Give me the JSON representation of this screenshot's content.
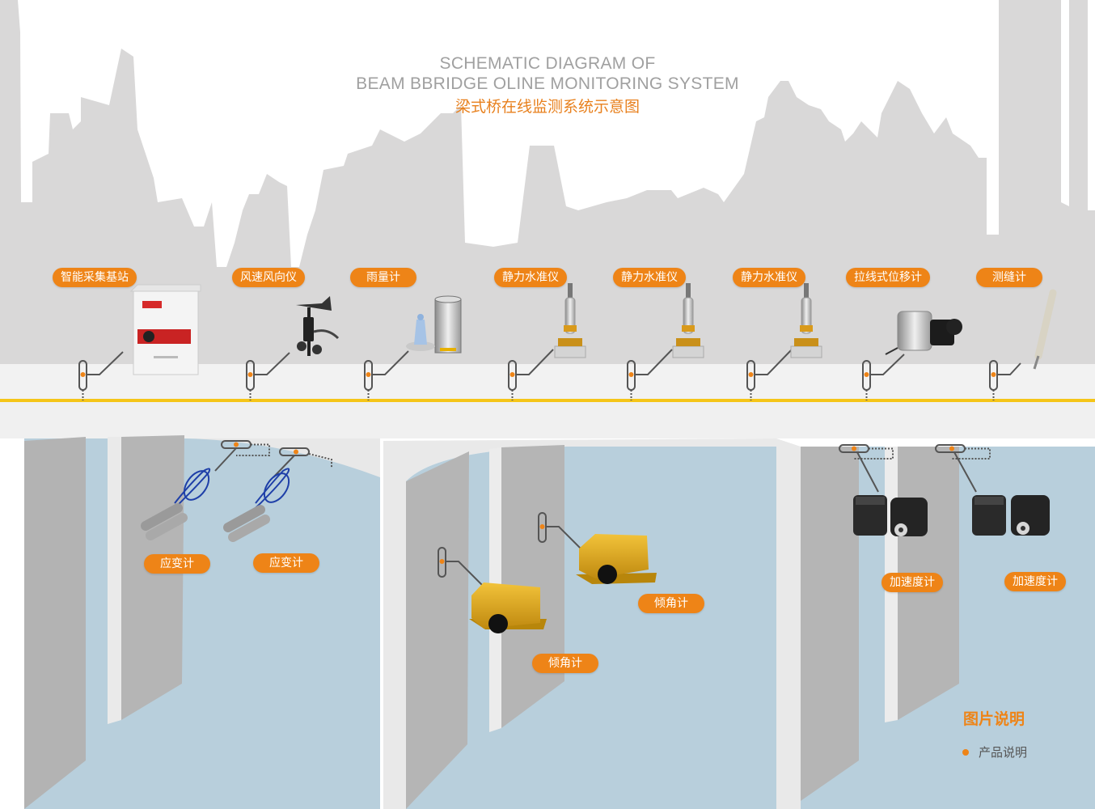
{
  "title": {
    "en_line1": "SCHEMATIC DIAGRAM OF",
    "en_line2": "BEAM BBRIDGE OLINE MONITORING SYSTEM",
    "zh": "梁式桥在线监测系统示意图"
  },
  "deck_devices": [
    {
      "label": "智能采集基站",
      "icon": "data-collection-station-icon"
    },
    {
      "label": "风速风向仪",
      "icon": "anemometer-icon"
    },
    {
      "label": "雨量计",
      "icon": "rain-gauge-icon"
    },
    {
      "label": "静力水准仪",
      "icon": "static-level-icon"
    },
    {
      "label": "静力水准仪",
      "icon": "static-level-icon"
    },
    {
      "label": "静力水准仪",
      "icon": "static-level-icon"
    },
    {
      "label": "拉线式位移计",
      "icon": "draw-wire-displacement-sensor-icon"
    },
    {
      "label": "测缝计",
      "icon": "crack-meter-icon"
    }
  ],
  "under_devices": [
    {
      "label": "应变计",
      "icon": "strain-gauge-icon"
    },
    {
      "label": "应变计",
      "icon": "strain-gauge-icon"
    },
    {
      "label": "倾角计",
      "icon": "inclinometer-icon"
    },
    {
      "label": "倾角计",
      "icon": "inclinometer-icon"
    },
    {
      "label": "加速度计",
      "icon": "accelerometer-icon"
    },
    {
      "label": "加速度计",
      "icon": "accelerometer-icon"
    }
  ],
  "legend": {
    "title": "图片说明",
    "item": "产品说明"
  },
  "colors": {
    "accent": "#ee8417",
    "deck_line": "#f5c518",
    "water": "#b8cfdc",
    "skyline": "#d9d8d8",
    "pier": "#b5b5b5"
  }
}
